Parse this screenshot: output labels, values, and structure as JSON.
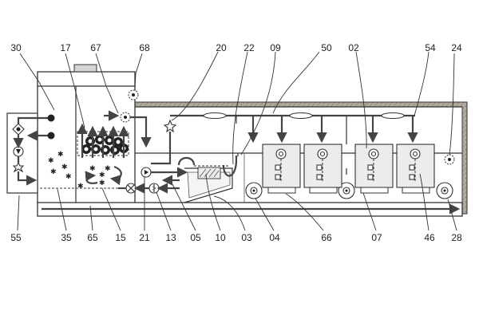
{
  "labels_top": [
    "30",
    "17",
    "67",
    "68",
    "20",
    "22",
    "09",
    "50",
    "02",
    "54",
    "24"
  ],
  "labels_bottom": [
    "55",
    "35",
    "65",
    "15",
    "21",
    "13",
    "05",
    "10",
    "03",
    "04",
    "66",
    "07",
    "46",
    "28"
  ],
  "colors": {
    "insulation": "#b0a99c",
    "line": "#333333",
    "arrow": "#444444"
  }
}
